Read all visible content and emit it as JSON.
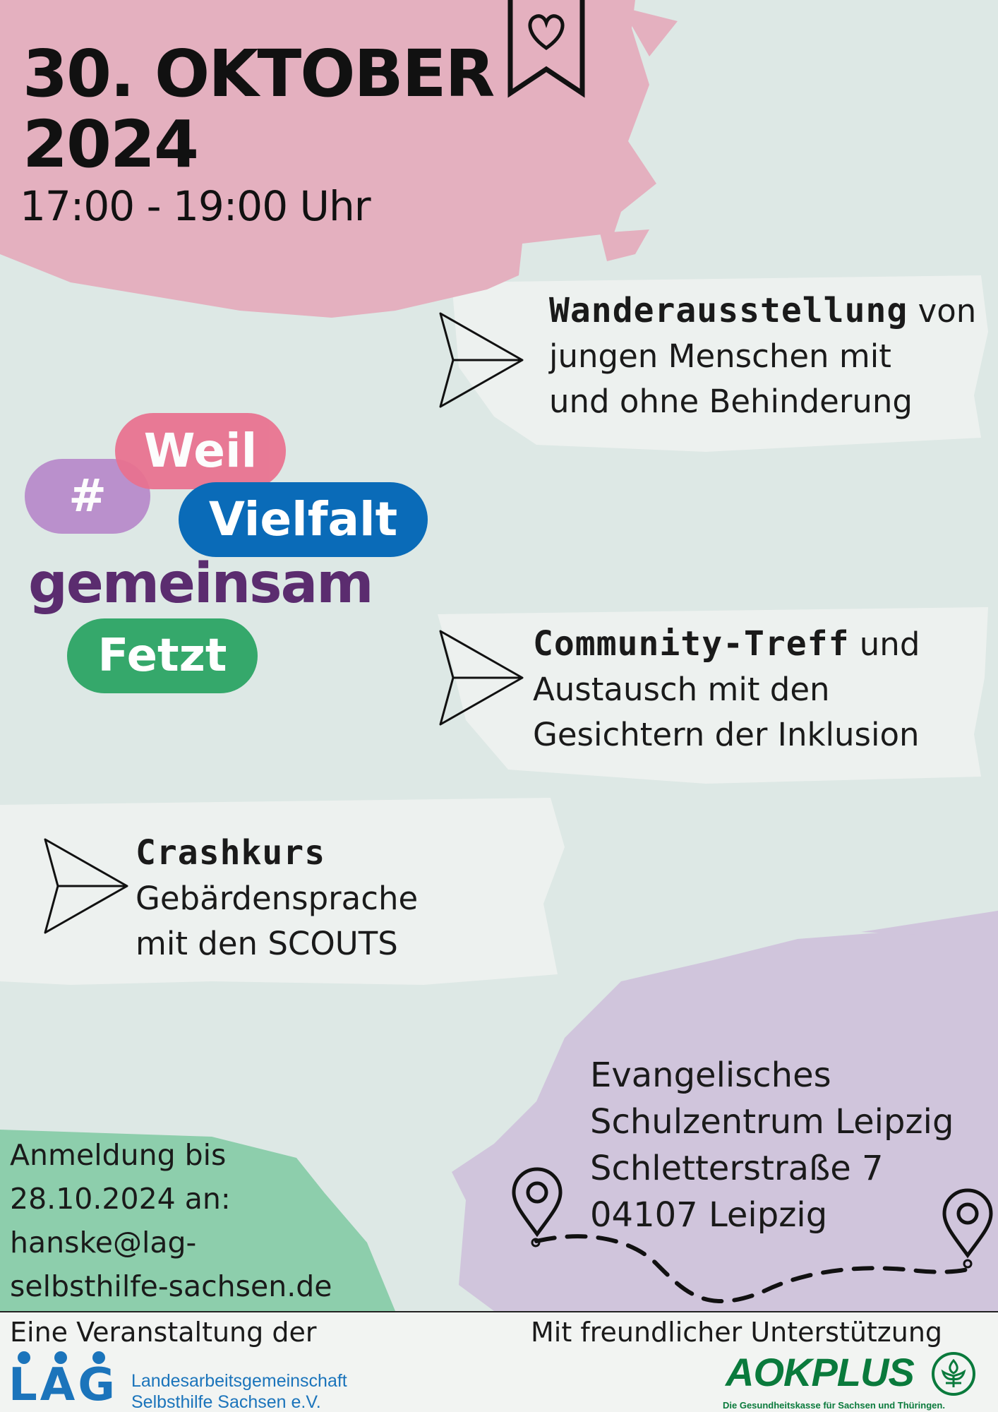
{
  "header": {
    "date_line1": "30. OKTOBER",
    "date_line2": "2024",
    "time": "17:00 - 19:00 Uhr"
  },
  "items": [
    {
      "bold": "Wanderausstellung",
      "line1_rest": " von",
      "line2": "jungen Menschen mit",
      "line3": "und ohne Behinderung"
    },
    {
      "bold": "Community-Treff",
      "line1_rest": " und",
      "line2": "Austausch mit den",
      "line3": "Gesichtern der Inklusion"
    },
    {
      "bold": "Crashkurs",
      "line1_rest": "",
      "line2": "Gebärdensprache",
      "line3": "mit den SCOUTS"
    }
  ],
  "logo": {
    "hash": "#",
    "weil": "Weil",
    "vielfalt": "Vielfalt",
    "gemeinsam": "gemeinsam",
    "fetzt": "Fetzt"
  },
  "location": {
    "lines": [
      "Evangelisches",
      "Schulzentrum Leipzig",
      "Schletterstraße 7",
      "04107 Leipzig"
    ]
  },
  "registration": {
    "lines": [
      "Anmeldung bis",
      "28.10.2024 an:",
      "hanske@lag-",
      "selbsthilfe-sachsen.de"
    ]
  },
  "footer": {
    "organizer_label": "Eine Veranstaltung der",
    "organizer_logo_text": "LAG",
    "organizer_name_1": "Landesarbeitsgemeinschaft",
    "organizer_name_2": "Selbsthilfe Sachsen e.V.",
    "sponsor_label": "Mit freundlicher Unterstützung",
    "sponsor_logo_text": "AOKPLUS",
    "sponsor_tagline": "Die Gesundheitskasse für Sachsen und Thüringen."
  },
  "colors": {
    "background": "#dde8e5",
    "pink_brush": "#e4b0bf",
    "purple_brush": "#d0c5dc",
    "green_brush": "#8dceac",
    "pill_weil": "#e9718f",
    "pill_hash": "#b98ccb",
    "pill_vielfalt": "#0a6bb8",
    "pill_fetzt": "#35a86b",
    "gemeinsam_text": "#5b2c6f",
    "lag_blue": "#1b74bb",
    "aok_green": "#0a7a3c"
  }
}
